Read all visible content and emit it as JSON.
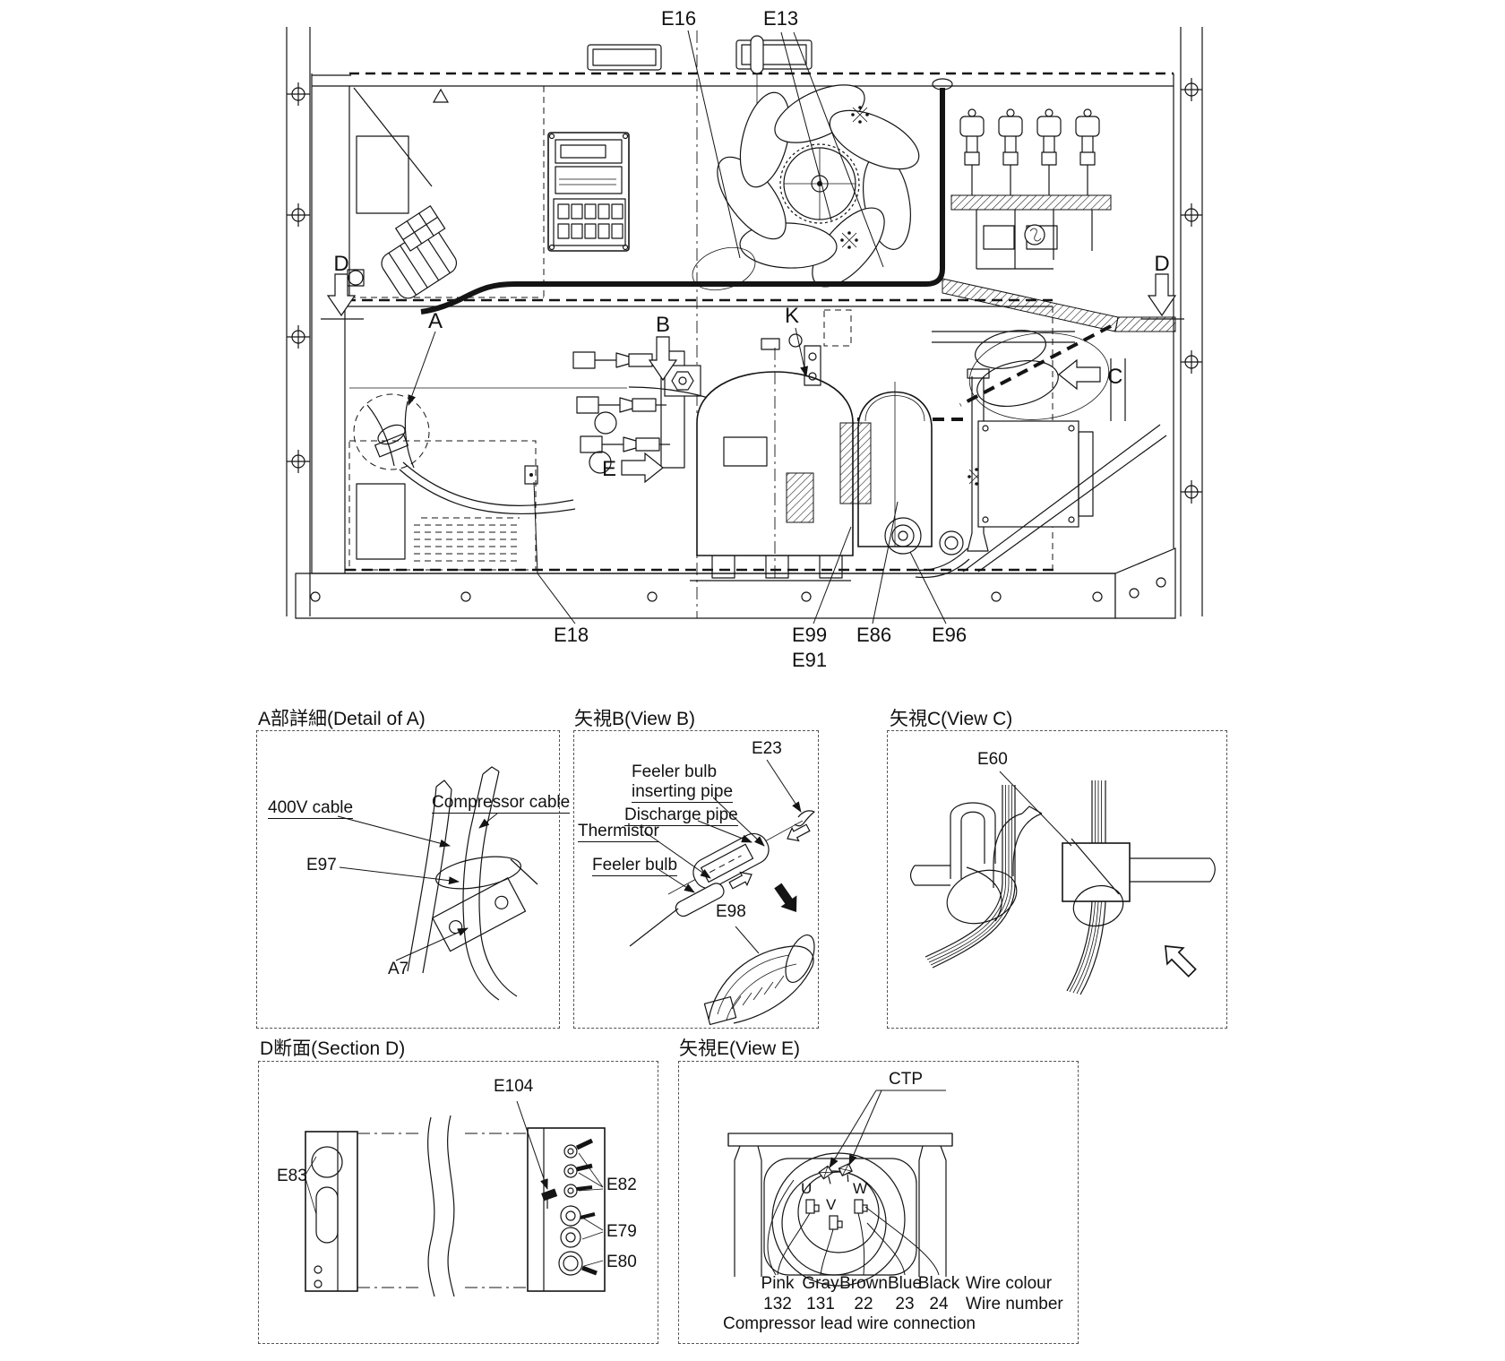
{
  "page": {
    "background": "#ffffff",
    "ink": "#141414"
  },
  "main": {
    "labels": {
      "e16": "E16",
      "e13": "E13",
      "d_left": "D",
      "d_right": "D",
      "a": "A",
      "b": "B",
      "k": "K",
      "c": "C",
      "e": "E",
      "e18": "E18",
      "e99": "E99",
      "e91": "E91",
      "e86": "E86",
      "e96": "E96"
    }
  },
  "panels": {
    "detail_a": {
      "title": "A部詳細(Detail of A)",
      "labels": {
        "cable_400v": "400V cable",
        "compressor_cable": "Compressor cable",
        "e97": "E97",
        "a7": "A7"
      }
    },
    "view_b": {
      "title": "矢視B(View B)",
      "labels": {
        "e23": "E23",
        "feeler_bulb_pipe_line1": "Feeler bulb",
        "feeler_bulb_pipe_line2": "inserting pipe",
        "discharge_pipe": "Discharge pipe",
        "thermistor": "Thermistor",
        "feeler_bulb": "Feeler bulb",
        "e98": "E98"
      }
    },
    "view_c": {
      "title": "矢視C(View C)",
      "labels": {
        "e60": "E60"
      }
    },
    "section_d": {
      "title": "D断面(Section D)",
      "labels": {
        "e104": "E104",
        "e83": "E83",
        "e82": "E82",
        "e79": "E79",
        "e80": "E80"
      }
    },
    "view_e": {
      "title": "矢視E(View E)",
      "labels": {
        "ctp": "CTP",
        "u": "U",
        "v": "V",
        "w": "W"
      },
      "wire_table": {
        "colours": [
          "Pink",
          "Gray",
          "Brown",
          "Blue",
          "Black"
        ],
        "numbers": [
          "132",
          "131",
          "22",
          "23",
          "24"
        ],
        "colour_legend": "Wire colour",
        "number_legend": "Wire number",
        "caption": "Compressor lead wire connection"
      }
    }
  }
}
